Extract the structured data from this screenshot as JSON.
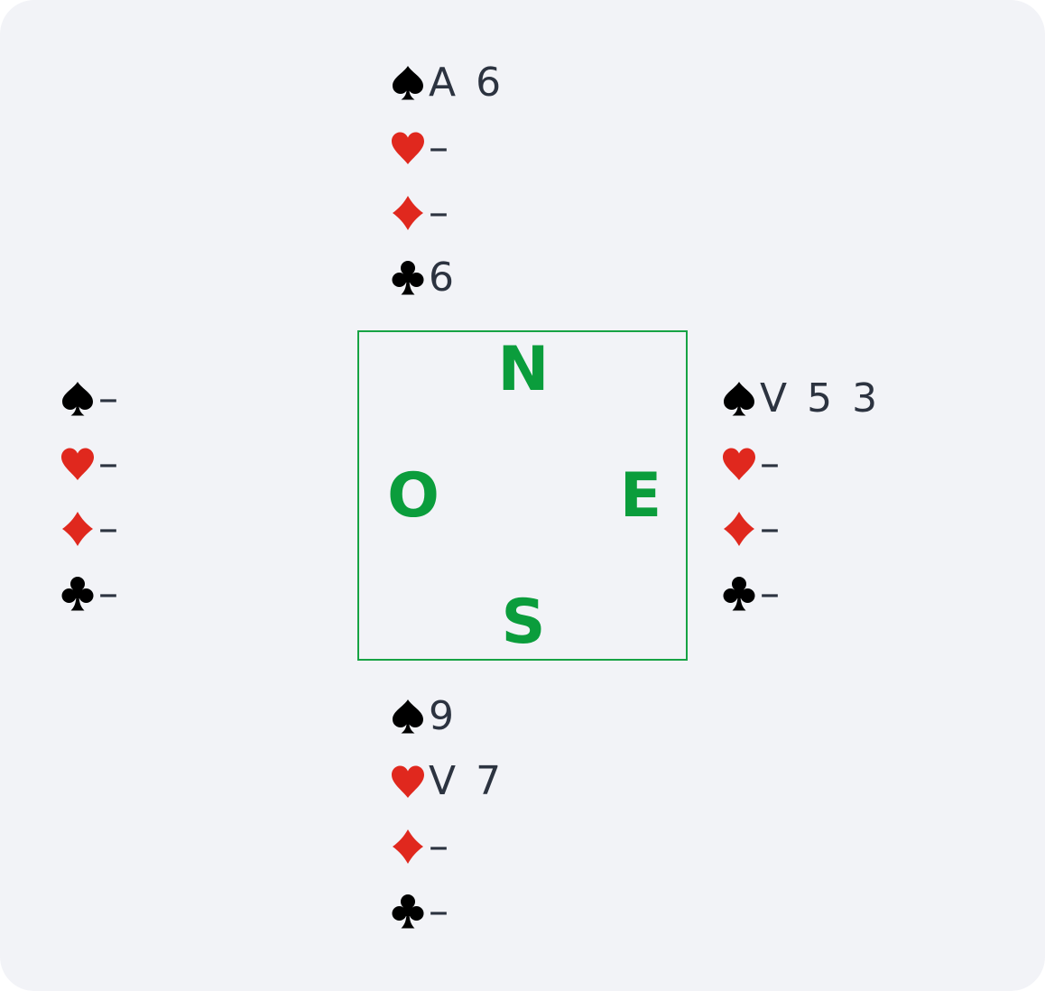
{
  "colors": {
    "background": "#f2f3f7",
    "compass_border": "#17a344",
    "compass_text": "#0b9d3c",
    "black_suit": "#000000",
    "red_suit": "#e0281e",
    "card_text": "#2c3340"
  },
  "icons": {
    "spade": "spade-icon",
    "heart": "heart-icon",
    "diamond": "diamond-icon",
    "club": "club-icon"
  },
  "compass": {
    "north": "N",
    "south": "S",
    "west": "O",
    "east": "E"
  },
  "hands": {
    "north": {
      "spades": "A 6",
      "hearts": "–",
      "diamonds": "–",
      "clubs": "6"
    },
    "west": {
      "spades": "–",
      "hearts": "–",
      "diamonds": "–",
      "clubs": "–"
    },
    "east": {
      "spades": "V 5 3",
      "hearts": "–",
      "diamonds": "–",
      "clubs": "–"
    },
    "south": {
      "spades": "9",
      "hearts": "V 7",
      "diamonds": "–",
      "clubs": "–"
    }
  }
}
